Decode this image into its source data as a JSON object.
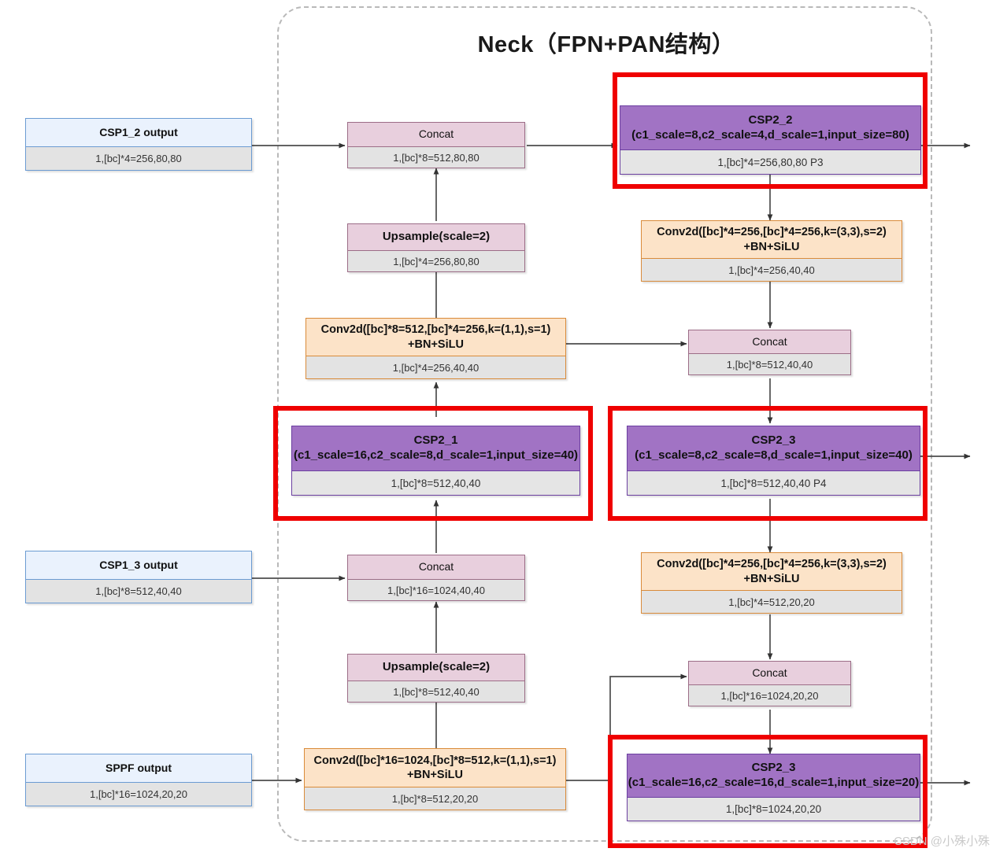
{
  "title": "Neck（FPN+PAN结构）",
  "watermark": "CSDN @小殊小殊",
  "colors": {
    "frame_border": "#b9b9b9",
    "highlight": "#ef0000",
    "blue_head": "#eaf2fd",
    "blue_border": "#6b9bd2",
    "pink_head": "#e8cfdd",
    "pink_border": "#9c6d87",
    "orange_head": "#fce3c8",
    "orange_border": "#d98b3a",
    "purple_head": "#a173c4",
    "purple_border": "#6b3fa0",
    "shape_body": "#e3e3e3"
  },
  "inputs": [
    {
      "name": "CSP1_2 output",
      "shape": "1,[bc]*4=256,80,80"
    },
    {
      "name": "CSP1_3 output",
      "shape": "1,[bc]*8=512,40,40"
    },
    {
      "name": "SPPF output",
      "shape": "1,[bc]*16=1024,20,20"
    }
  ],
  "nodes": {
    "concat_p3": {
      "label": "Concat",
      "shape": "1,[bc]*8=512,80,80"
    },
    "upsample_top": {
      "label": "Upsample(scale=2)",
      "shape": "1,[bc]*4=256,80,80"
    },
    "conv_1x1_512_256": {
      "label": "Conv2d([bc]*8=512,[bc]*4=256,k=(1,1),s=1)\n+BN+SiLU",
      "shape": "1,[bc]*4=256,40,40"
    },
    "csp2_1": {
      "label": "CSP2_1\n(c1_scale=16,c2_scale=8,d_scale=1,input_size=40)",
      "shape": "1,[bc]*8=512,40,40"
    },
    "concat_mid_left": {
      "label": "Concat",
      "shape": "1,[bc]*16=1024,40,40"
    },
    "upsample_bottom": {
      "label": "Upsample(scale=2)",
      "shape": "1,[bc]*8=512,40,40"
    },
    "conv_1x1_1024_512": {
      "label": "Conv2d([bc]*16=1024,[bc]*8=512,k=(1,1),s=1)\n+BN+SiLU",
      "shape": "1,[bc]*8=512,20,20"
    },
    "csp2_2": {
      "label": "CSP2_2\n(c1_scale=8,c2_scale=4,d_scale=1,input_size=80)",
      "shape": "1,[bc]*4=256,80,80   P3"
    },
    "conv_3x3_top": {
      "label": "Conv2d([bc]*4=256,[bc]*4=256,k=(3,3),s=2)\n+BN+SiLU",
      "shape": "1,[bc]*4=256,40,40"
    },
    "concat_right_mid": {
      "label": "Concat",
      "shape": "1,[bc]*8=512,40,40"
    },
    "csp2_3_p4": {
      "label": "CSP2_3\n(c1_scale=8,c2_scale=8,d_scale=1,input_size=40)",
      "shape": "1,[bc]*8=512,40,40   P4"
    },
    "conv_3x3_bottom": {
      "label": "Conv2d([bc]*4=256,[bc]*4=256,k=(3,3),s=2)\n+BN+SiLU",
      "shape": "1,[bc]*4=512,20,20"
    },
    "concat_right_bottom": {
      "label": "Concat",
      "shape": "1,[bc]*16=1024,20,20"
    },
    "csp2_3_p5": {
      "label": "CSP2_3\n(c1_scale=16,c2_scale=16,d_scale=1,input_size=20)",
      "shape": "1,[bc]*8=1024,20,20"
    }
  }
}
